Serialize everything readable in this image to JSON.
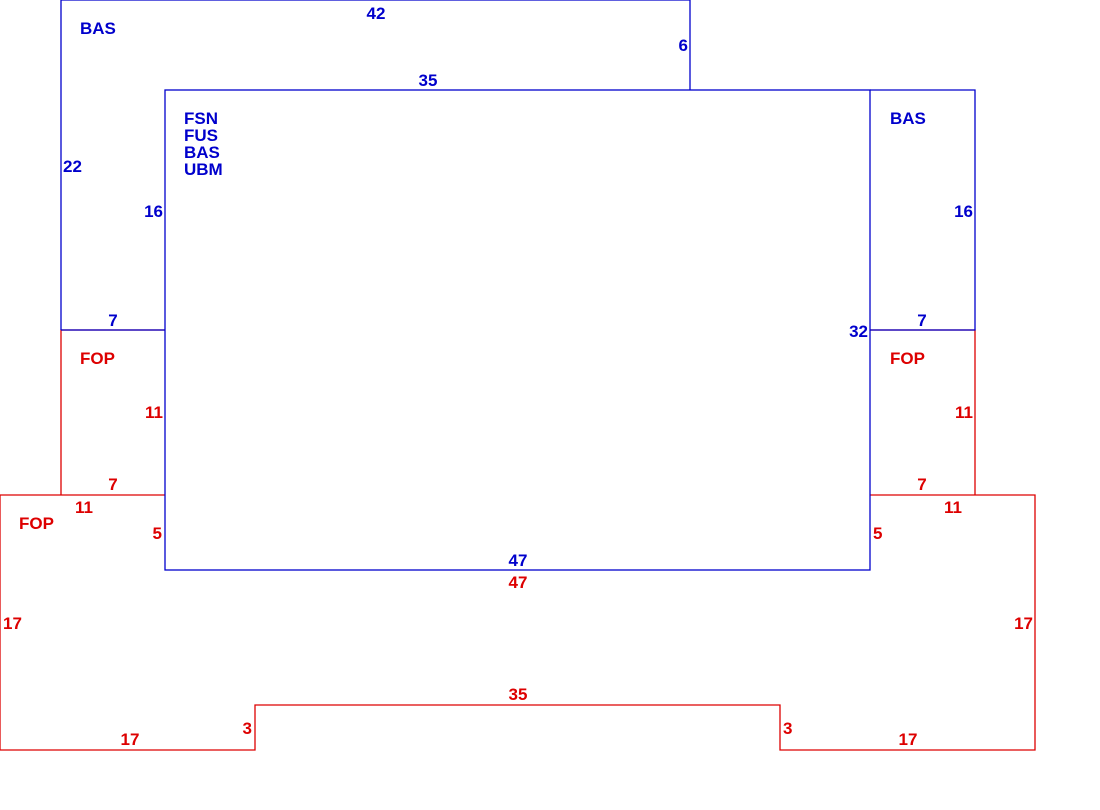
{
  "colors": {
    "main_area": "#0000cc",
    "porch_area": "#dd0000"
  },
  "areas": {
    "top_left_bas": {
      "code": "BAS",
      "dims": {
        "top": "42",
        "right": "6",
        "left": "22",
        "bottom": "7"
      }
    },
    "main": {
      "codes": [
        "FSN",
        "FUS",
        "BAS",
        "UBM"
      ],
      "dims": {
        "top": "35",
        "left": "16",
        "right": "32",
        "bottom": "47"
      }
    },
    "right_bas": {
      "code": "BAS",
      "dims": {
        "right": "16",
        "bottom": "7"
      }
    },
    "left_fop": {
      "code": "FOP",
      "dims": {
        "right": "11",
        "bottom": "7"
      }
    },
    "right_fop": {
      "code": "FOP",
      "dims": {
        "right": "11",
        "bottom": "7"
      }
    },
    "bottom_fop": {
      "code": "FOP",
      "dims": {
        "top_left": "11",
        "inner_left": "5",
        "top_right": "11",
        "inner_right": "5",
        "main_bottom": "47",
        "left": "17",
        "right": "17",
        "bottom_left": "17",
        "bottom_right": "17",
        "notch_left": "3",
        "notch_right": "3",
        "notch_top": "35"
      }
    }
  }
}
